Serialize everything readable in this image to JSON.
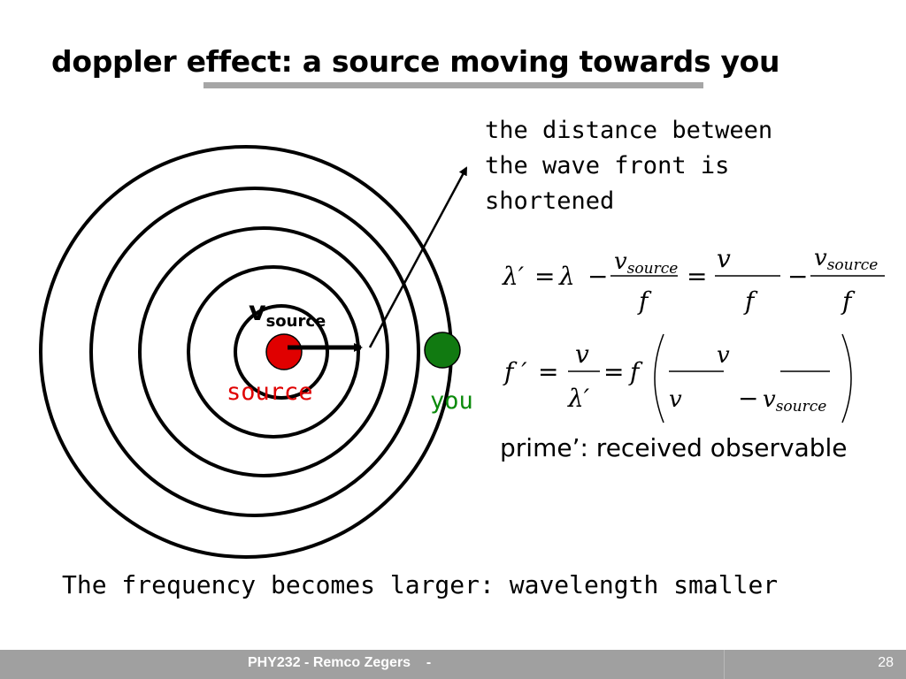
{
  "slide": {
    "title": "doppler effect: a source moving towards you",
    "annotation": "the distance between\nthe wave front is\nshortened",
    "prime_note": "prime’: received observable",
    "conclusion": "The frequency becomes larger: wavelength smaller"
  },
  "diagram": {
    "velocity_label": "v",
    "velocity_subscript": "source",
    "source_label": "source",
    "observer_label": "you",
    "colors": {
      "source": "#e00000",
      "observer": "#117a11",
      "source_text": "#e00000",
      "observer_text": "#0a8a0a"
    }
  },
  "equations": {
    "lambda_prime": "λ′",
    "lambda": "λ",
    "v": "v",
    "v_source": "v",
    "source_sub": "source",
    "f": "f",
    "f_prime": "f ′",
    "equals": "=",
    "minus": "−"
  },
  "footer": {
    "text": "PHY232 - Remco Zegers    -",
    "page": "28"
  }
}
